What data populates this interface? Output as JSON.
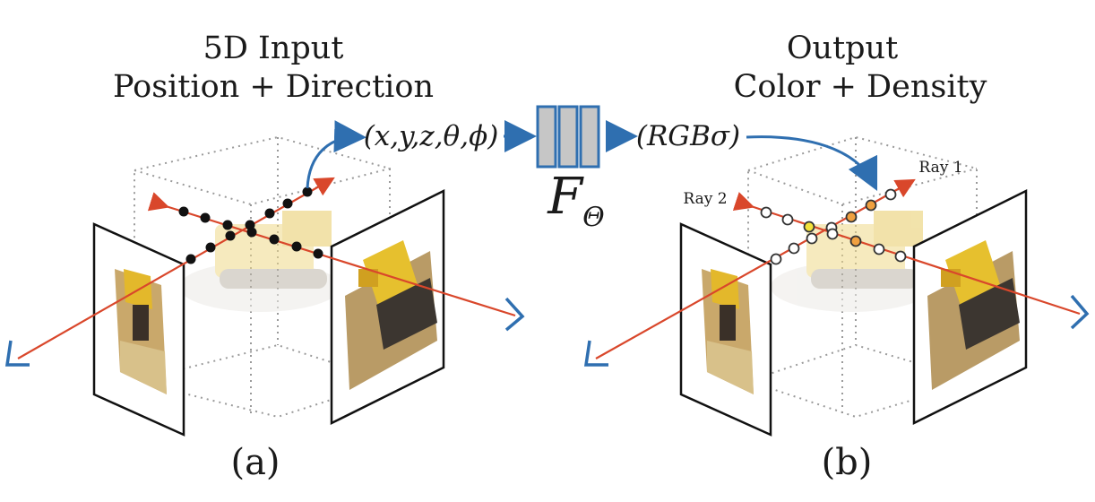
{
  "panel_a": {
    "title_line1": "5D Input",
    "title_line2": "Position + Direction",
    "caption": "(a)"
  },
  "panel_b": {
    "title_line1": "Output",
    "title_line2": "Color + Density",
    "caption": "(b)",
    "ray1_label": "Ray 1",
    "ray2_label": "Ray 2"
  },
  "network": {
    "input_tuple": "(x,y,z,θ,ϕ)",
    "output_tuple": "(RGBσ)",
    "label_F": "F",
    "label_theta": "Θ"
  },
  "colors": {
    "ray": "#d9472b",
    "arrow_blue": "#2f6fb0",
    "network_fill": "#c6c6c6",
    "network_stroke": "#2f6fb0",
    "sample_black": "#111111",
    "sample_orange": "#f0a040",
    "sample_yellow": "#f3e23a",
    "box_dotted": "#9a9a9a"
  },
  "icons": [
    "camera-image-plane",
    "voxel-box",
    "lego-bulldozer-photo",
    "mlp-network-icon"
  ]
}
